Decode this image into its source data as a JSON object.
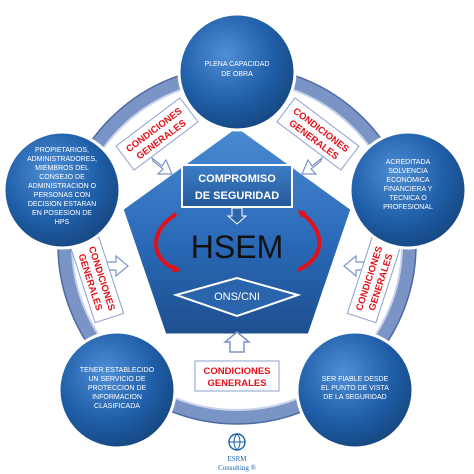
{
  "center": {
    "title": "HSEM",
    "top_box": [
      "COMPROMISO",
      "DE SEGURIDAD"
    ],
    "bottom_label": "ONS/CNI"
  },
  "nodes": {
    "top": [
      "PLENA CAPACIDAD",
      "DE OBRA"
    ],
    "left": [
      "PROPIETARIOS,",
      "ADMINISTRADORES,",
      "MIEMBROS DEL",
      "CONSEJO DE",
      "ADMINISTRACION O",
      "PERSONAS CON",
      "DECISION ESTARAN",
      "EN POSESION DE",
      "HPS"
    ],
    "right": [
      "ACREDITADA",
      "SOLVENCIA",
      "ECONÓMICA",
      "FINANCIERA Y",
      "TECNICA O",
      "PROFESIONAL"
    ],
    "bottom_left": [
      "TENER ESTABLECIDO",
      "UN SERVICIO DE",
      "PROTECCION DE",
      "INFORMACION",
      "CLASIFICADA"
    ],
    "bottom_right": [
      "SER FIABLE  DESDE",
      "EL PUNTO DE VISTA",
      "DE LA SEGURIDAD"
    ]
  },
  "conditions": {
    "top_left": [
      "CONDICIONES",
      "GENERALES"
    ],
    "top_right": [
      "CONDICIONES",
      "GENERALES"
    ],
    "left": [
      "CONDICIONES",
      "GENERALES"
    ],
    "right": [
      "CONDICIONES",
      "GENERALES"
    ],
    "bottom": [
      "CONDICIONES",
      "GENERALES"
    ]
  },
  "logo": {
    "name": "ESRM",
    "tagline": "Consulting ®"
  },
  "colors": {
    "node_blue": "#1f5ea8",
    "pentagon_blue": "#2b6fc0",
    "ring_blue": "#6f8fc4",
    "arrow_red": "#e3101a"
  }
}
